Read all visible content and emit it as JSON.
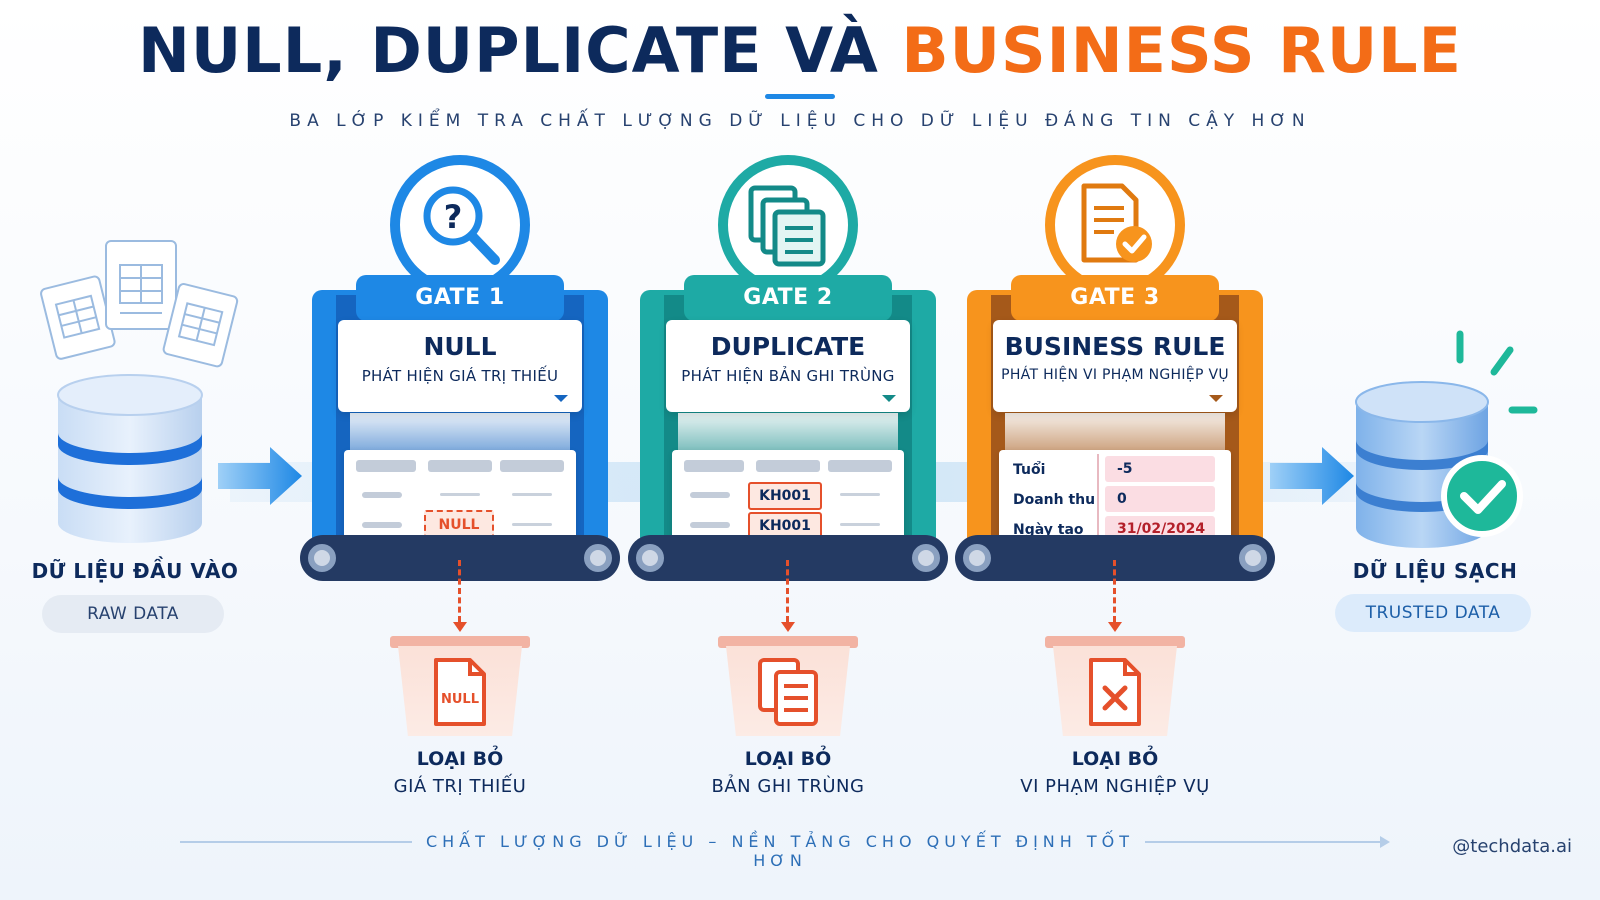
{
  "title": {
    "part1": "NULL, DUPLICATE VÀ ",
    "part2": "BUSINESS RULE"
  },
  "subtitle": "BA LỚP KIỂM TRA CHẤT LƯỢNG DỮ LIỆU CHO DỮ LIỆU ĐÁNG TIN CẬY HƠN",
  "input": {
    "label": "DỮ LIỆU ĐẦU VÀO",
    "badge": "RAW DATA"
  },
  "output": {
    "label": "DỮ LIỆU SẠCH",
    "badge": "TRUSTED DATA"
  },
  "gates": [
    {
      "tab": "GATE 1",
      "heading": "NULL",
      "description": "PHÁT HIỆN GIÁ TRỊ THIẾU",
      "icon": "magnifier-question-icon",
      "color": "#1e88e5",
      "dark": "#1565c0",
      "highlight": "NULL",
      "bin_icon_text": "NULL",
      "bin_title": "LOẠI BỎ",
      "bin_subtitle": "GIÁ TRỊ THIẾU"
    },
    {
      "tab": "GATE 2",
      "heading": "DUPLICATE",
      "description": "PHÁT HIỆN BẢN GHI TRÙNG",
      "icon": "stacked-documents-icon",
      "color": "#1eaaa5",
      "dark": "#138a88",
      "highlight_rows": [
        "KH001",
        "KH001"
      ],
      "bin_title": "LOẠI BỎ",
      "bin_subtitle": "BẢN GHI TRÙNG"
    },
    {
      "tab": "GATE 3",
      "heading": "BUSINESS RULE",
      "description": "PHÁT HIỆN VI PHẠM NGHIỆP VỤ",
      "icon": "document-check-icon",
      "color": "#f7941d",
      "dark": "#e07a10",
      "rules": [
        {
          "field": "Tuổi",
          "value": "-5"
        },
        {
          "field": "Doanh thu",
          "value": "0"
        },
        {
          "field": "Ngày tạo",
          "value": "31/02/2024"
        }
      ],
      "bin_title": "LOẠI BỎ",
      "bin_subtitle": "VI PHẠM NGHIỆP VỤ"
    }
  ],
  "footer": {
    "text": "CHẤT LƯỢNG DỮ LIỆU – NỀN TẢNG CHO QUYẾT ĐỊNH TỐT HƠN",
    "handle": "@techdata.ai"
  },
  "colors": {
    "navy": "#0d2a5c",
    "orange": "#f36c17",
    "reject_red": "#e5502b",
    "trusted_teal": "#1eb89a"
  }
}
